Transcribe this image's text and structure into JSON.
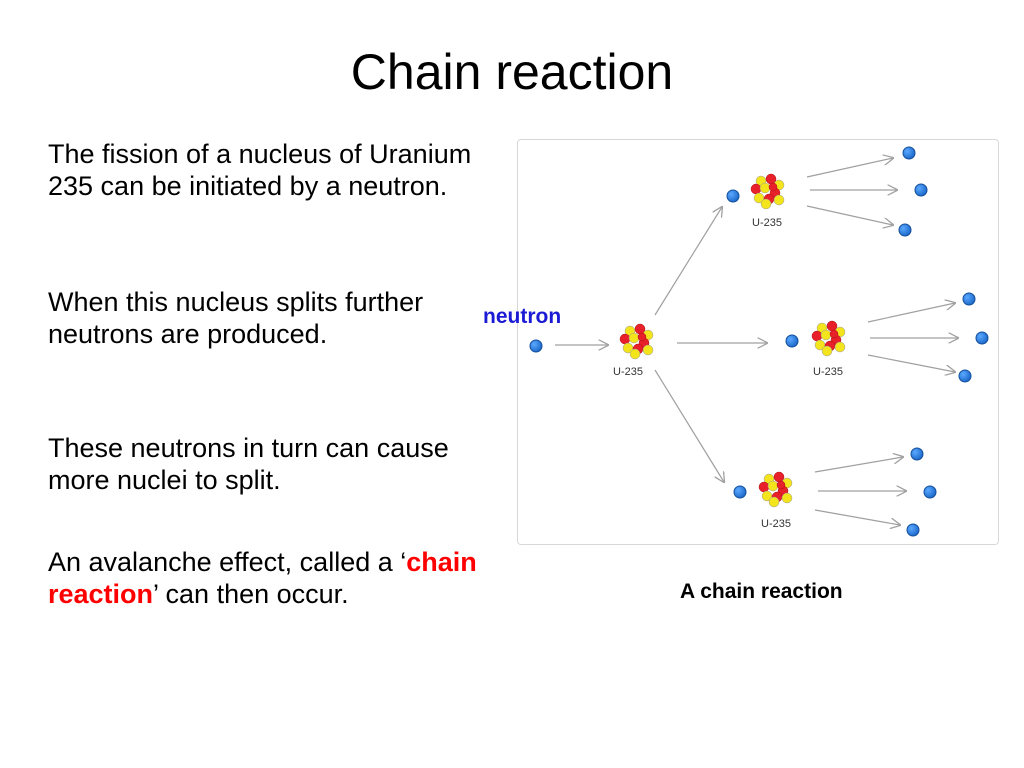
{
  "title": "Chain reaction",
  "paragraphs": {
    "p1": "The fission of a nucleus of Uranium 235 can be initiated by a neutron.",
    "p2": "When this nucleus splits further neutrons are produced.",
    "p3": "These neutrons in turn can cause more nuclei to split.",
    "p4_before": "An avalanche effect, called a ‘",
    "p4_highlight": "chain reaction",
    "p4_after": "’ can then occur."
  },
  "diagram": {
    "neutron_label": "neutron",
    "nucleus_label": "U-235",
    "caption": "A chain reaction"
  },
  "colors": {
    "highlight": "#ff0000",
    "neutron_label": "#1b1bd6",
    "neutron_fill": "#2a7fe0",
    "nucleus_red": "#e8202a",
    "nucleus_yellow": "#f3e41c",
    "arrow": "#a0a0a0"
  }
}
